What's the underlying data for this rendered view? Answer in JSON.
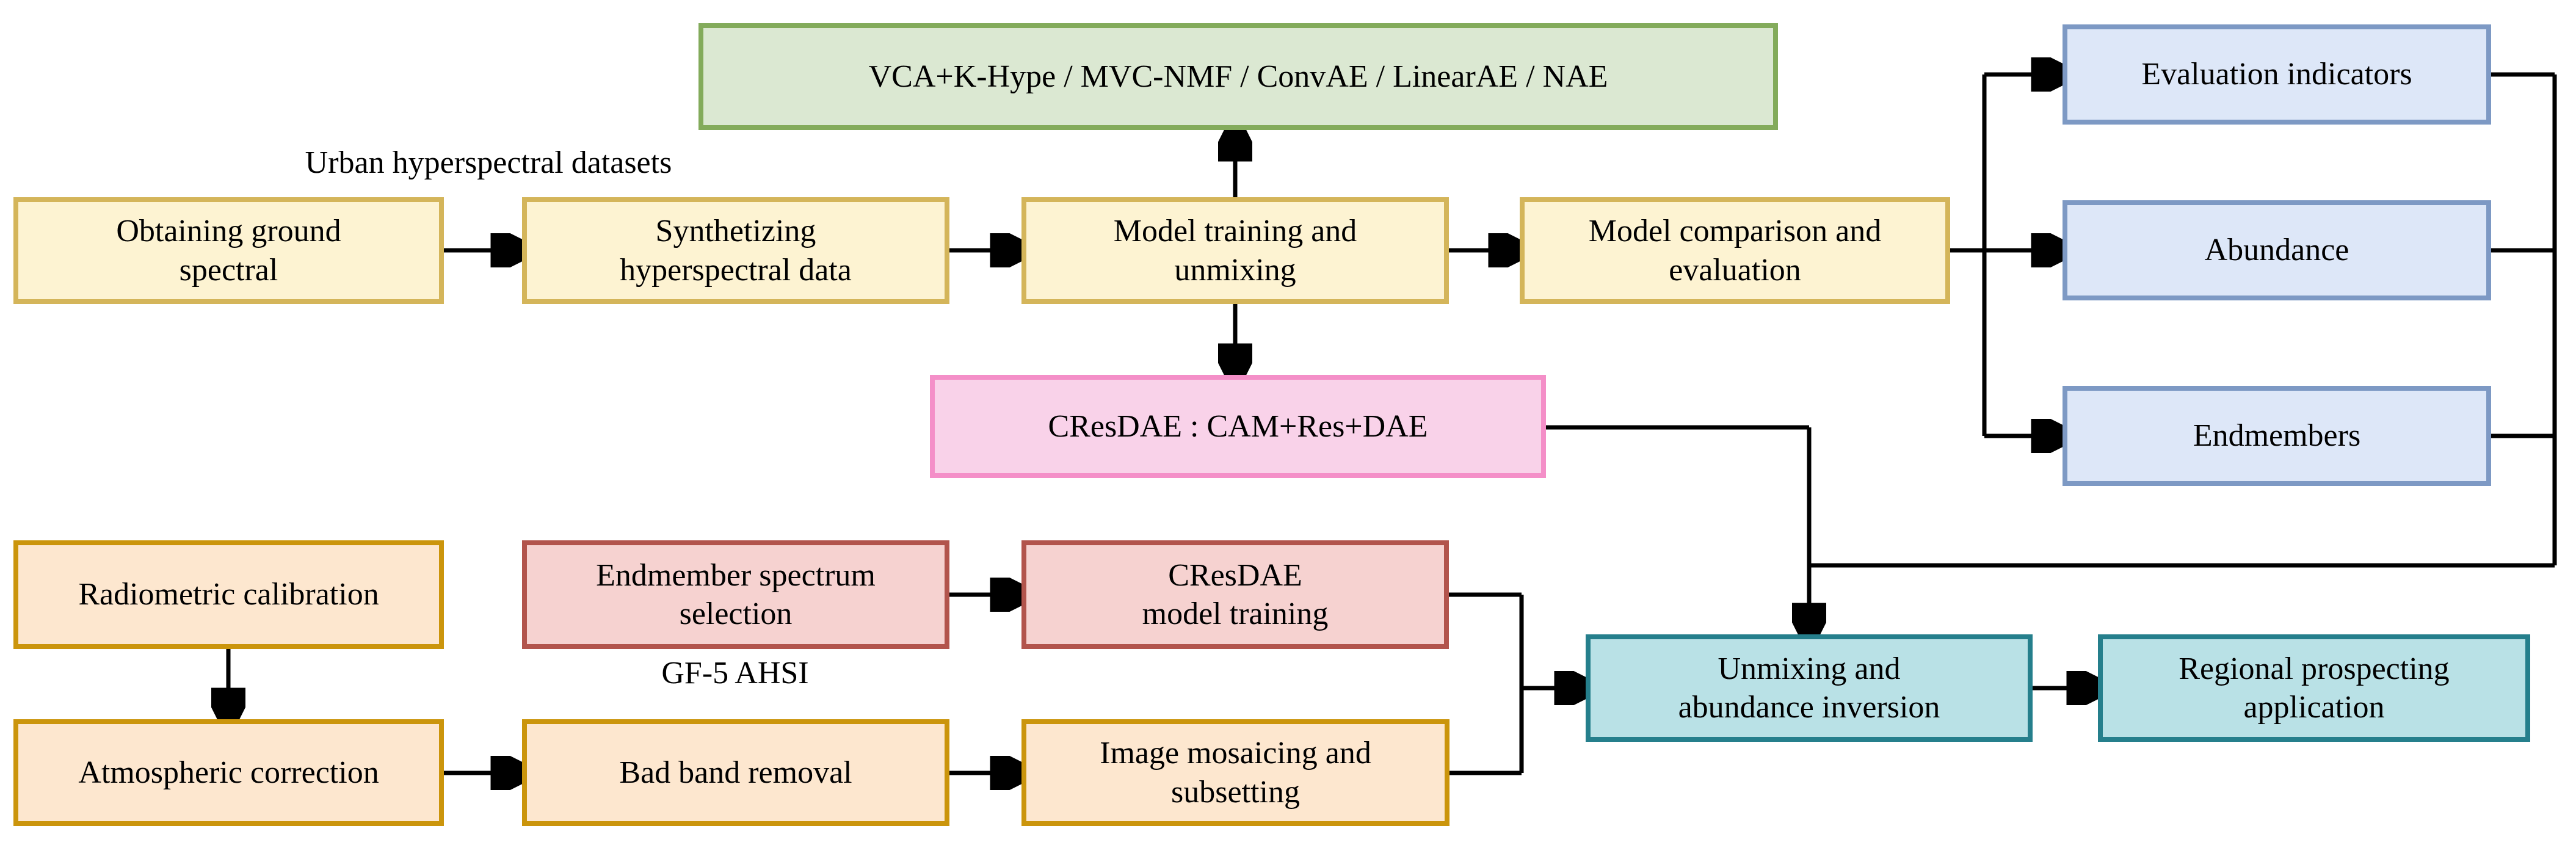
{
  "labels": {
    "urban_datasets": "Urban hyperspectral datasets",
    "gf5_ahsi": "GF-5 AHSI"
  },
  "nodes": {
    "methods": {
      "label": "VCA+K-Hype / MVC-NMF / ConvAE / LinearAE / NAE",
      "fill": "#dbe8d2",
      "border": "#83ab5b"
    },
    "obtaining_ground_spectral": {
      "label": "Obtaining ground\nspectral",
      "fill": "#fdf3d2",
      "border": "#d4b55a"
    },
    "synthetizing_hyperspectral_data": {
      "label": "Synthetizing\nhyperspectral data",
      "fill": "#fdf3d2",
      "border": "#d4b55a"
    },
    "model_training_and_unmixing": {
      "label": "Model training and\nunmixing",
      "fill": "#fdf3d2",
      "border": "#d4b55a"
    },
    "model_comparison_and_evaluation": {
      "label": "Model comparison and\nevaluation",
      "fill": "#fdf3d2",
      "border": "#d4b55a"
    },
    "evaluation_indicators": {
      "label": "Evaluation indicators",
      "fill": "#dde7f8",
      "border": "#7d99c4"
    },
    "abundance": {
      "label": "Abundance",
      "fill": "#dde7f8",
      "border": "#7d99c4"
    },
    "endmembers": {
      "label": "Endmembers",
      "fill": "#dde7f8",
      "border": "#7d99c4"
    },
    "cresdae": {
      "label": "CResDAE : CAM+Res+DAE",
      "fill": "#f9d2e9",
      "border": "#f48fc8"
    },
    "radiometric_calibration": {
      "label": "Radiometric calibration",
      "fill": "#fde7cf",
      "border": "#cb950c"
    },
    "endmember_spectrum_selection": {
      "label": "Endmember spectrum\nselection",
      "fill": "#f6d2d0",
      "border": "#b2544c"
    },
    "cresdae_model_training": {
      "label": "CResDAE\nmodel training",
      "fill": "#f6d2d0",
      "border": "#b2544c"
    },
    "atmospheric_correction": {
      "label": "Atmospheric correction",
      "fill": "#fde7cf",
      "border": "#cb950c"
    },
    "bad_band_removal": {
      "label": "Bad band removal",
      "fill": "#fde7cf",
      "border": "#cb950c"
    },
    "image_mosaicing_and_subsetting": {
      "label": "Image mosaicing and\nsubsetting",
      "fill": "#fde7cf",
      "border": "#cb950c"
    },
    "unmixing_and_abundance_inversion": {
      "label": "Unmixing and\nabundance inversion",
      "fill": "#b9e1e6",
      "border": "#257f8c"
    },
    "regional_prospecting_application": {
      "label": "Regional prospecting\napplication",
      "fill": "#b9e1e6",
      "border": "#257f8c"
    }
  },
  "connector_color": "#000000"
}
